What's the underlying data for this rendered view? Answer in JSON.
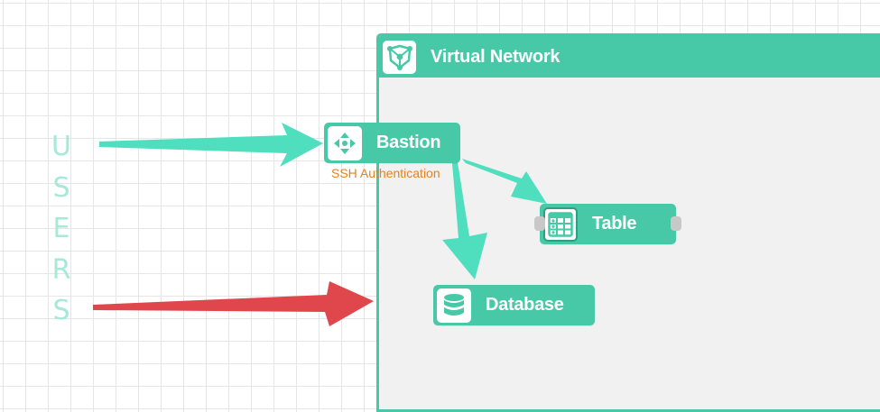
{
  "users": {
    "letters": [
      "U",
      "S",
      "E",
      "R",
      "S"
    ],
    "color": "#a6e9d6"
  },
  "virtual_network": {
    "title": "Virtual Network",
    "icon": "network-icon",
    "color": "#47c9a8"
  },
  "nodes": {
    "bastion": {
      "label": "Bastion",
      "icon": "bastion-icon"
    },
    "table": {
      "label": "Table",
      "icon": "table-icon"
    },
    "database": {
      "label": "Database",
      "icon": "database-icon"
    }
  },
  "edges": {
    "ssh_label": "SSH Authentication",
    "label_color": "#e3821f",
    "allowed_color": "#4fdfbe",
    "blocked_color": "#e0474c"
  }
}
